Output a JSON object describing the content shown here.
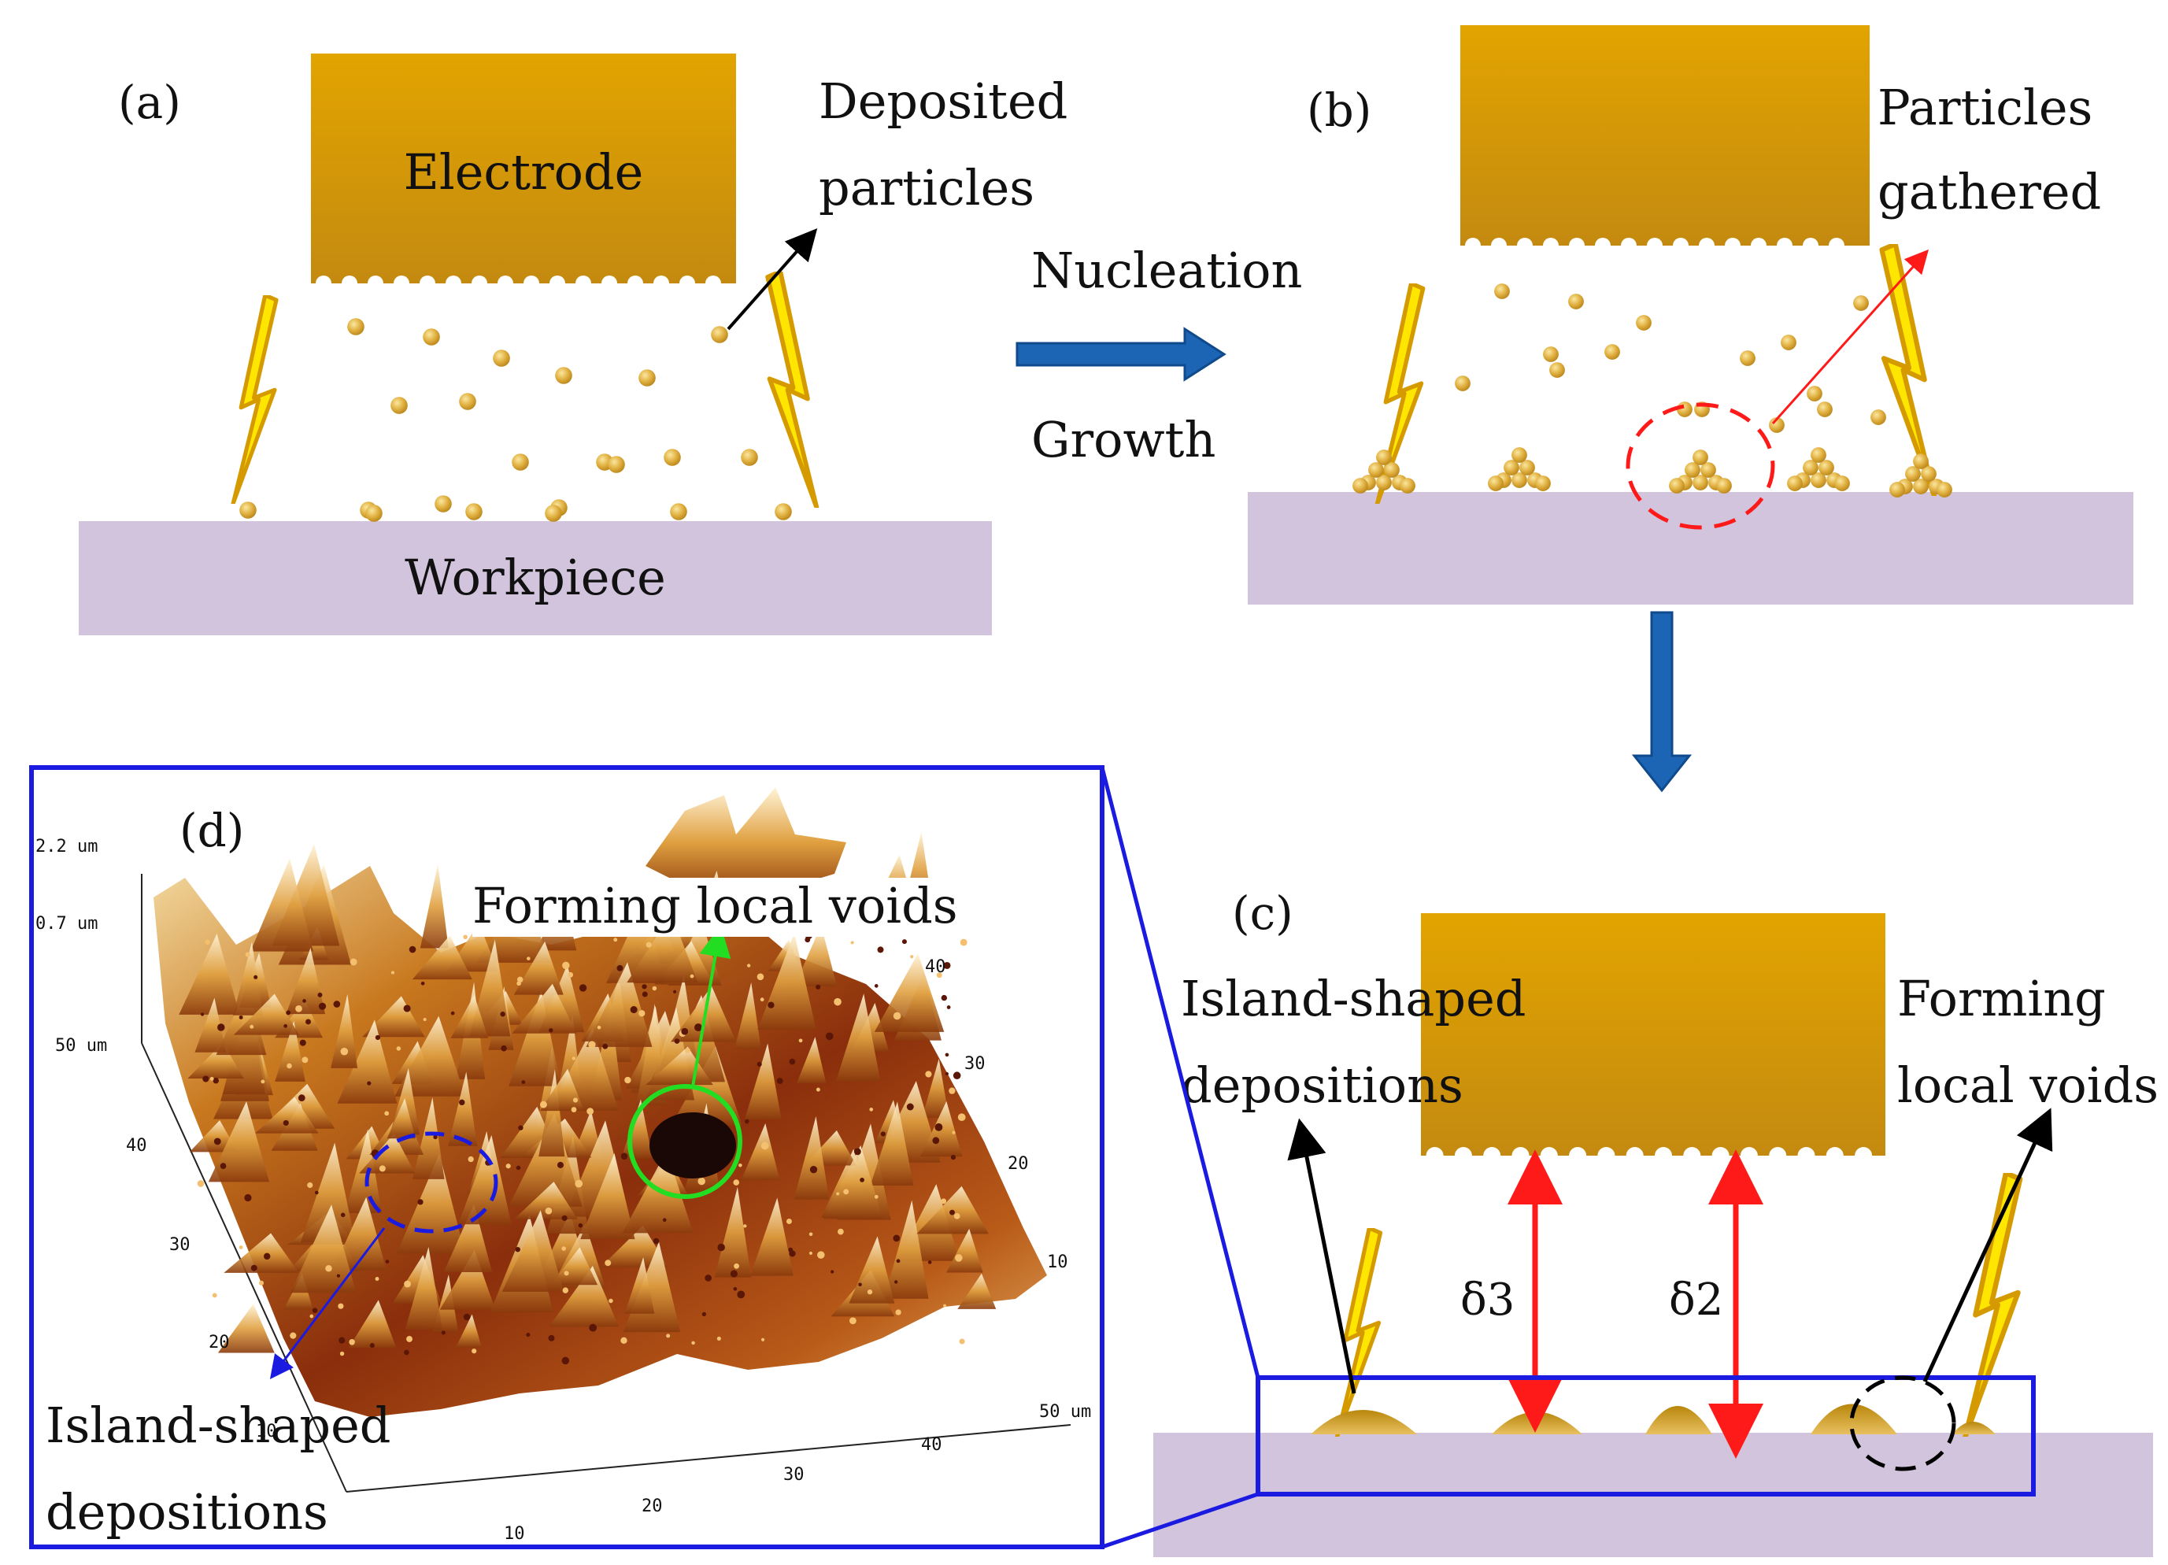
{
  "panel_a": {
    "tag": "(a)",
    "electrode": "Electrode",
    "workpiece": "Workpiece",
    "callout_line1": "Deposited",
    "callout_line2": "particles"
  },
  "transition": {
    "line1": "Nucleation",
    "line2": "Growth"
  },
  "panel_b": {
    "tag": "(b)",
    "callout_line1": "Particles",
    "callout_line2": "gathered"
  },
  "panel_c": {
    "tag": "(c)",
    "left_line1": "Island-shaped",
    "left_line2": "depositions",
    "right_line1": "Forming",
    "right_line2": "local voids",
    "gap_left": "δ3",
    "gap_right": "δ2"
  },
  "panel_d": {
    "tag": "(d)",
    "voids_label": "Forming local voids",
    "island_line1": "Island-shaped",
    "island_line2": "depositions",
    "z_ticks": [
      "2.2 um",
      "0.7 um"
    ],
    "y_axis_ticks": [
      "50 um",
      "40",
      "30",
      "20",
      "10"
    ],
    "x_axis_ticks": [
      "10",
      "20",
      "30",
      "40",
      "50 um"
    ],
    "right_axis_ticks": [
      "40",
      "30",
      "20",
      "10"
    ]
  },
  "colors": {
    "electrode_top": "#E2A400",
    "electrode_bottom": "#C48A10",
    "workpiece": "#D2C4DC",
    "flow_arrow": "#1C64B4",
    "highlight_blue": "#1A1AE0",
    "red": "#FF1A1A",
    "green": "#22DD22",
    "spark": "#FFE600"
  },
  "icons": [
    "spark-icon",
    "particle-icon",
    "arrow-icon"
  ]
}
